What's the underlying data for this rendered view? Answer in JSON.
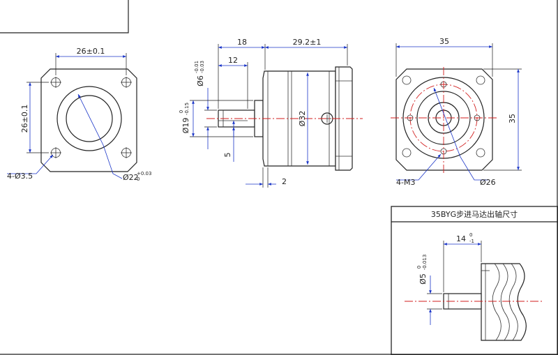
{
  "colors": {
    "dimension_blue": "#1a35c8",
    "centerline_red": "#d21d1d",
    "outline": "#222222"
  },
  "left_view": {
    "dim_top": "26±0.1",
    "dim_left": "26±0.1",
    "holes": "4-Ø3.5",
    "bore": "Ø22",
    "bore_tol_upper": "+0.03",
    "bore_tol_lower": "0"
  },
  "side_view": {
    "dim_18": "18",
    "dim_29_2": "29.2±1",
    "dim_12": "12",
    "dim_shaft_d": "Ø6",
    "dim_shaft_tol_upper": "-0.01",
    "dim_shaft_tol_lower": "-0.03",
    "dim_pilot_d": "Ø19",
    "dim_pilot_tol_upper": "0",
    "dim_pilot_tol_lower": "-0.15",
    "dim_body_d": "Ø32",
    "dim_key": "5",
    "dim_flange_thk": "2"
  },
  "right_view": {
    "dim_top": "35",
    "dim_right": "35",
    "holes": "4-M3",
    "bolt_circle": "Ø26"
  },
  "detail": {
    "title": "35BYG步进马达出轴尺寸",
    "dim_length": "14",
    "dim_length_tol_upper": "0",
    "dim_length_tol_lower": "-1",
    "dim_shaft_d": "Ø5",
    "dim_shaft_tol_upper": "0",
    "dim_shaft_tol_lower": "-0.013"
  }
}
